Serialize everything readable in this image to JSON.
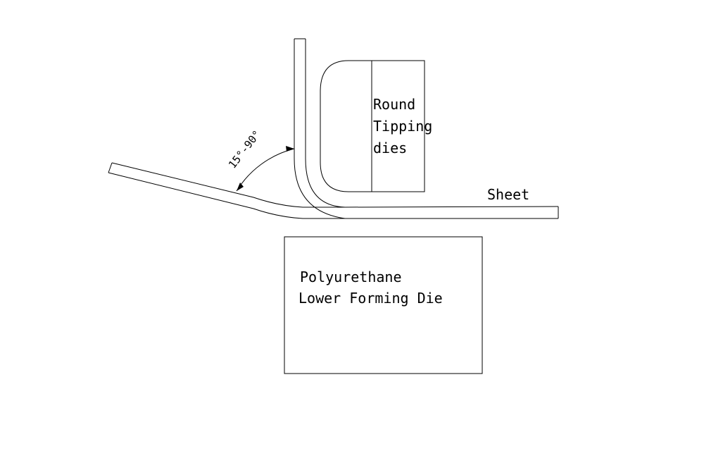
{
  "labels": {
    "tipping_die_line1": "Round",
    "tipping_die_line2": "Tipping",
    "tipping_die_line3": "dies",
    "sheet": "Sheet",
    "lower_die_line1": "Polyurethane",
    "lower_die_line2": "Lower Forming Die",
    "angle_range": "15°-90°"
  },
  "colors": {
    "stroke": "#000000",
    "background": "#ffffff"
  }
}
